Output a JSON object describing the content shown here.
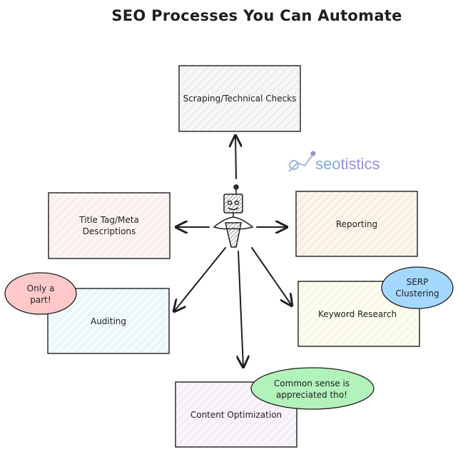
{
  "title": "SEO Processes You Can Automate",
  "logo": {
    "part1": "seo",
    "part2": "tistics",
    "color1": "#7fa8d6",
    "color2": "#9b8fd0",
    "icon": "chart-line-icon"
  },
  "center_icon": "robot-icon",
  "boxes": {
    "scraping": {
      "label": "Scraping/Technical Checks",
      "fill": "#f1f1f1",
      "hatch": "#c8c8c8"
    },
    "title_tag": {
      "line1": "Title Tag/Meta",
      "line2": "Descriptions",
      "fill": "#fbf0ef",
      "hatch": "#e5c7c4"
    },
    "reporting": {
      "label": "Reporting",
      "fill": "#fbf1e6",
      "hatch": "#e2bd93"
    },
    "auditing": {
      "label": "Auditing",
      "fill": "#eef8fb",
      "hatch": "#b9dbe6"
    },
    "keyword": {
      "label": "Keyword Research",
      "fill": "#fbfbe9",
      "hatch": "#e2e2b2"
    },
    "content": {
      "label": "Content Optimization",
      "fill": "#f6f1f9",
      "hatch": "#d9c8e3"
    }
  },
  "bubbles": {
    "only_part": {
      "line1": "Only a",
      "line2": "part!",
      "fill": "#ffc9c9"
    },
    "serp": {
      "line1": "SERP",
      "line2": "Clustering",
      "fill": "#a5d8ff"
    },
    "common_sense": {
      "line1": "Common sense is",
      "line2": "appreciated tho!",
      "fill": "#b2f2bb"
    }
  }
}
